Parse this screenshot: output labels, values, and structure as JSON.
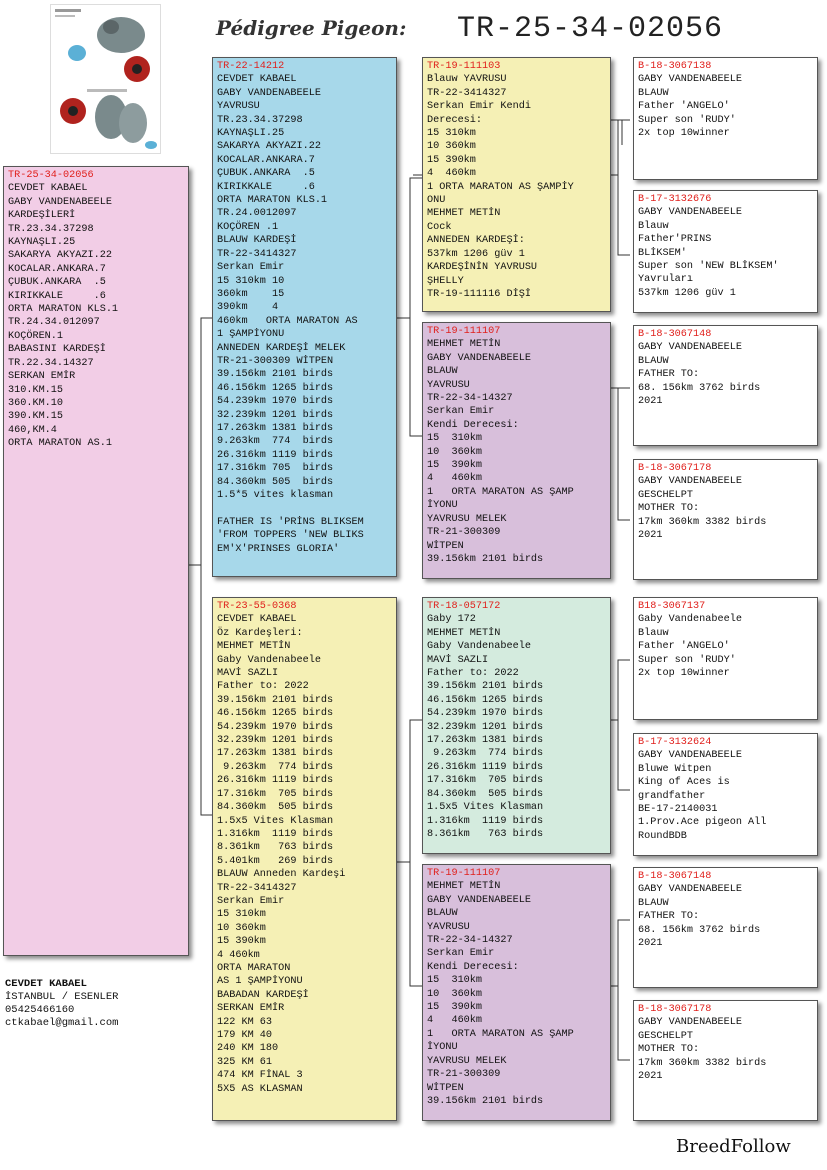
{
  "header": {
    "label": "Pédigree Pigeon:",
    "ring": "TR-25-34-02056"
  },
  "logo": {
    "alt": "pigeon-logo"
  },
  "subject": {
    "ring": "TR-25-34-02056",
    "lines": [
      "CEVDET KABAEL",
      "GABY VANDENABEELE",
      "KARDEŞİLERİ",
      "TR.23.34.37298",
      "KAYNAŞLI.25",
      "SAKARYA AKYAZI.22",
      "KOCALAR.ANKARA.7",
      "ÇUBUK.ANKARA  .5",
      "KIRIKKALE     .6",
      "ORTA MARATON KLS.1",
      "TR.24.34.012097",
      "KOÇÖREN.1",
      "BABASINI KARDEŞİ",
      "TR.22.34.14327",
      "SERKAN EMİR",
      "310.KM.15",
      "360.KM.10",
      "390.KM.15",
      "460,KM.4",
      "ORTA MARATON AS.1"
    ]
  },
  "father": {
    "ring": "TR-22-14212",
    "lines": [
      "CEVDET KABAEL",
      "GABY VANDENABEELE",
      "YAVRUSU",
      "TR.23.34.37298",
      "KAYNAŞLI.25",
      "SAKARYA AKYAZI.22",
      "KOCALAR.ANKARA.7",
      "ÇUBUK.ANKARA  .5",
      "KIRIKKALE     .6",
      "ORTA MARATON KLS.1",
      "TR.24.0012097",
      "KOÇÖREN .1",
      "BLAUW KARDEŞİ",
      "TR-22-3414327",
      "Serkan Emir",
      "15 310km 10",
      "360km    15",
      "390km    4",
      "460km   ORTA MARATON AS",
      "1 ŞAMPİYONU",
      "ANNEDEN KARDEŞİ MELEK",
      "TR-21-300309 WİTPEN",
      "39.156km 2101 birds",
      "46.156km 1265 birds",
      "54.239km 1970 birds",
      "32.239km 1201 birds",
      "17.263km 1381 birds",
      "9.263km  774  birds",
      "26.316km 1119 birds",
      "17.316km 705  birds",
      "84.360km 505  birds",
      "1.5*5 vites klasman",
      "",
      "FATHER IS 'PRİNS BLIKSEM",
      "'FROM TOPPERS 'NEW BLIKS",
      "EM'X'PRINSES GLORIA'"
    ]
  },
  "mother": {
    "ring": "TR-23-55-0368",
    "lines": [
      "CEVDET KABAEL",
      "Öz Kardeşleri:",
      "MEHMET METİN",
      "Gaby Vandenabeele",
      "MAVİ SAZLI",
      "Father to: 2022",
      "39.156km 2101 birds",
      "46.156km 1265 birds",
      "54.239km 1970 birds",
      "32.239km 1201 birds",
      "17.263km 1381 birds",
      " 9.263km  774 birds",
      "26.316km 1119 birds",
      "17.316km  705 birds",
      "84.360km  505 birds",
      "1.5x5 Vites Klasman",
      "1.316km  1119 birds",
      "8.361km   763 birds",
      "5.401km   269 birds",
      "BLAUW Anneden Kardeşi",
      "TR-22-3414327",
      "Serkan Emir",
      "15 310km",
      "10 360km",
      "15 390km",
      "4 460km",
      "ORTA MARATON",
      "AS 1 ŞAMPİYONU",
      "BABADAN KARDEŞİ",
      "SERKAN EMİR",
      "122 KM 63",
      "179 KM 40",
      "240 KM 180",
      "325 KM 61",
      "474 KM FİNAL 3",
      "5X5 AS KLASMAN"
    ]
  },
  "ff": {
    "ring": "TR-19-111103",
    "lines": [
      "Blauw YAVRUSU",
      "TR-22-3414327",
      "Serkan Emir Kendi",
      "Derecesi:",
      "15 310km",
      "10 360km",
      "15 390km",
      "4  460km",
      "1 ORTA MARATON AS ŞAMPİY",
      "ONU",
      "MEHMET METİN",
      "Cock",
      "ANNEDEN KARDEŞİ:",
      "537km 1206 güv 1",
      "KARDEŞİNİN YAVRUSU",
      "ŞHELLY",
      "TR-19-111116 DİŞİ"
    ]
  },
  "fm": {
    "ring": "TR-19-111107",
    "lines": [
      "MEHMET METİN",
      "GABY VANDENABEELE",
      "BLAUW",
      "YAVRUSU",
      "TR-22-34-14327",
      "Serkan Emir",
      "Kendi Derecesi:",
      "15  310km",
      "10  360km",
      "15  390km",
      "4   460km",
      "1   ORTA MARATON AS ŞAMP",
      "İYONU",
      "YAVRUSU MELEK",
      "TR-21-300309",
      "WİTPEN",
      "39.156km 2101 birds"
    ]
  },
  "mf": {
    "ring": "TR-18-057172",
    "lines": [
      "Gaby 172",
      "MEHMET METİN",
      "Gaby Vandenabeele",
      "MAVİ SAZLI",
      "Father to: 2022",
      "39.156km 2101 birds",
      "46.156km 1265 birds",
      "54.239km 1970 birds",
      "32.239km 1201 birds",
      "17.263km 1381 birds",
      " 9.263km  774 birds",
      "26.316km 1119 birds",
      "17.316km  705 birds",
      "84.360km  505 birds",
      "1.5x5 Vites Klasman",
      "1.316km  1119 birds",
      "8.361km   763 birds"
    ]
  },
  "mm": {
    "ring": "TR-19-111107",
    "lines": [
      "MEHMET METİN",
      "GABY VANDENABEELE",
      "BLAUW",
      "YAVRUSU",
      "TR-22-34-14327",
      "Serkan Emir",
      "Kendi Derecesi:",
      "15  310km",
      "10  360km",
      "15  390km",
      "4   460km",
      "1   ORTA MARATON AS ŞAMP",
      "İYONU",
      "YAVRUSU MELEK",
      "TR-21-300309",
      "WİTPEN",
      "39.156km 2101 birds"
    ]
  },
  "fff": {
    "ring": "B-18-3067138",
    "lines": [
      "GABY VANDENABEELE",
      "BLAUW",
      "Father 'ANGELO'",
      "Super son 'RUDY'",
      "2x top 10winner"
    ]
  },
  "ffm": {
    "ring": "B-17-3132676",
    "lines": [
      "GABY VANDENABEELE",
      "Blauw",
      "Father'PRINS",
      "BLİKSEM'",
      "Super son 'NEW BLİKSEM'",
      "Yavruları",
      "537km 1206 güv 1"
    ]
  },
  "fmf": {
    "ring": "B-18-3067148",
    "lines": [
      "GABY VANDENABEELE",
      "BLAUW",
      "FATHER TO:",
      "68. 156km 3762 birds",
      "2021"
    ]
  },
  "fmm": {
    "ring": "B-18-3067178",
    "lines": [
      "GABY VANDENABEELE",
      "GESCHELPT",
      "MOTHER TO:",
      "17km 360km 3382 birds",
      "2021"
    ]
  },
  "mff": {
    "ring": "B18-3067137",
    "lines": [
      "Gaby Vandenabeele",
      "Blauw",
      "Father 'ANGELO'",
      "Super son 'RUDY'",
      "2x top 10winner"
    ]
  },
  "mfm": {
    "ring": "B-17-3132624",
    "lines": [
      "GABY VANDENABEELE",
      "Bluwe Witpen",
      "King of Aces is",
      "grandfather",
      "BE-17-2140031",
      "1.Prov.Ace pigeon All",
      "RoundBDB"
    ]
  },
  "mmf": {
    "ring": "B-18-3067148",
    "lines": [
      "GABY VANDENABEELE",
      "BLAUW",
      "FATHER TO:",
      "68. 156km 3762 birds",
      "2021"
    ]
  },
  "mmm": {
    "ring": "B-18-3067178",
    "lines": [
      "GABY VANDENABEELE",
      "GESCHELPT",
      "MOTHER TO:",
      "17km 360km 3382 birds",
      "2021"
    ]
  },
  "owner": {
    "name": "CEVDET KABAEL",
    "address": "İSTANBUL / ESENLER",
    "phone": "05425466160",
    "email": "ctkabael@gmail.com"
  },
  "brand": "BreedFollow",
  "colors": {
    "ring_red": "#e0201c",
    "subject_bg": "#f2cde6",
    "father_bg": "#a7d8ea",
    "mother_bg": "#f5f0b5",
    "lavender_bg": "#d8bfdb",
    "mint_bg": "#d4ebde"
  }
}
